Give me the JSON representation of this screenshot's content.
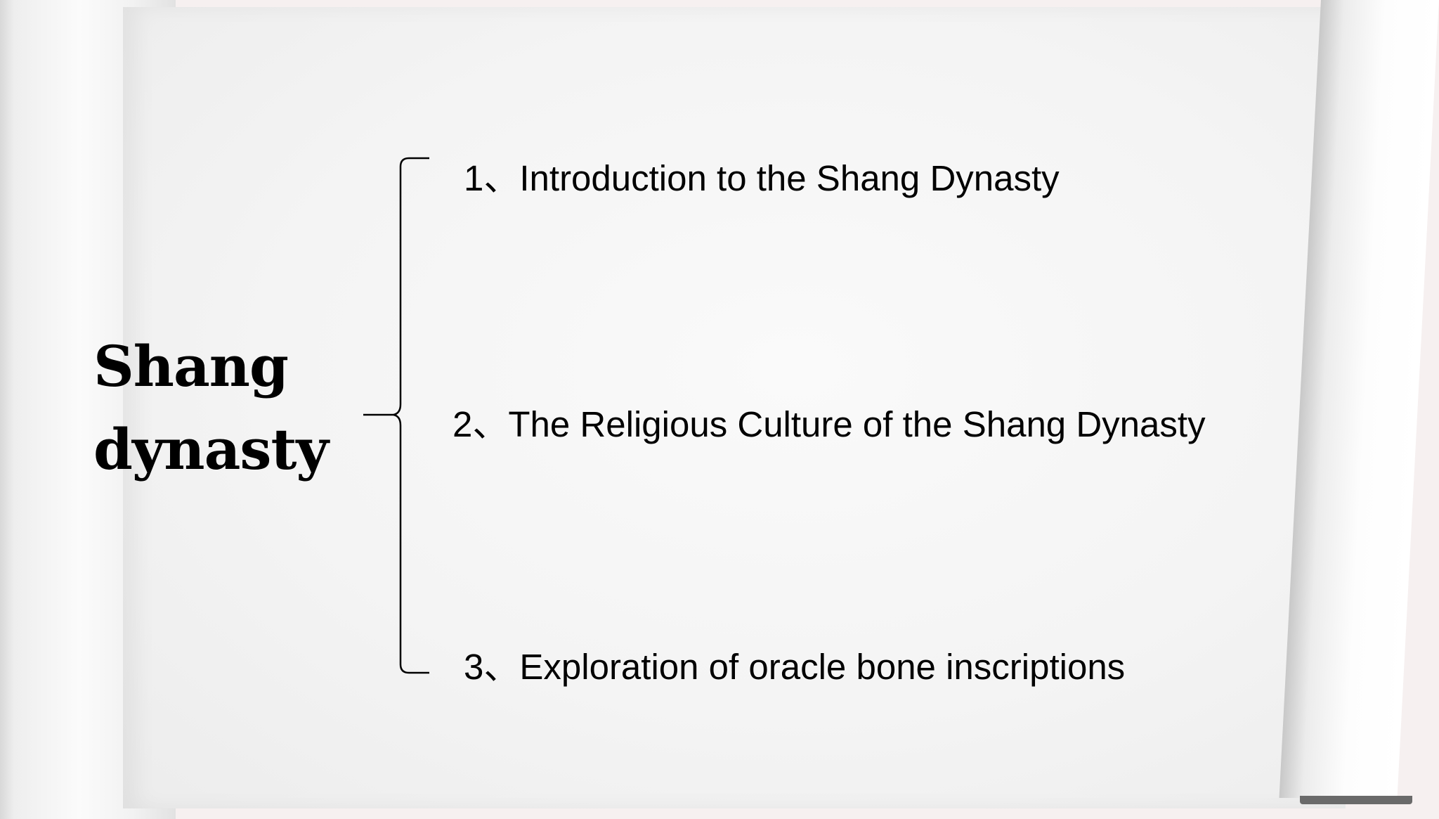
{
  "title": {
    "line1": "Shang",
    "line2": "dynasty"
  },
  "items": [
    {
      "label": "1、Introduction to the Shang Dynasty"
    },
    {
      "label": "2、The Religious Culture of the Shang Dynasty"
    },
    {
      "label": "3、Exploration of oracle bone inscriptions"
    }
  ]
}
